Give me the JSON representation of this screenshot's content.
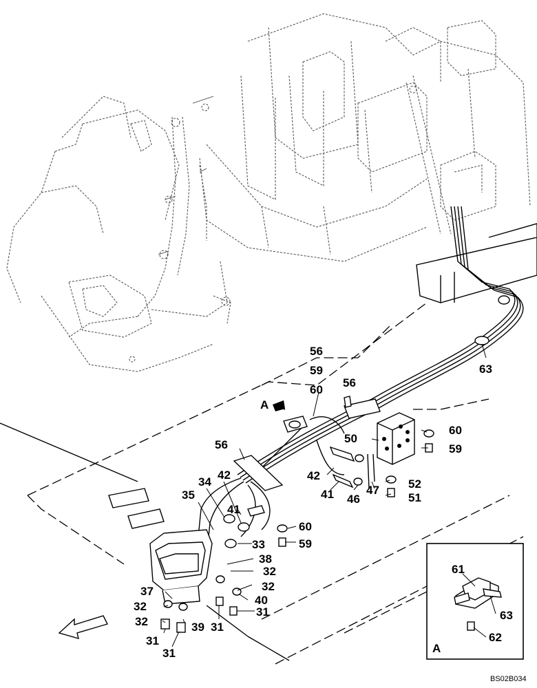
{
  "diagram": {
    "drawing_code": "BS02B034",
    "view_marker": "A",
    "inset_title": "A",
    "callouts": [
      {
        "id": "c63a",
        "text": "63"
      },
      {
        "id": "c56a",
        "text": "56"
      },
      {
        "id": "c59a",
        "text": "59"
      },
      {
        "id": "c56b",
        "text": "56"
      },
      {
        "id": "c60a",
        "text": "60"
      },
      {
        "id": "c60b",
        "text": "60"
      },
      {
        "id": "c59b",
        "text": "59"
      },
      {
        "id": "c50",
        "text": "50"
      },
      {
        "id": "c56c",
        "text": "56"
      },
      {
        "id": "c42a",
        "text": "42"
      },
      {
        "id": "c34",
        "text": "34"
      },
      {
        "id": "c42b",
        "text": "42"
      },
      {
        "id": "c52",
        "text": "52"
      },
      {
        "id": "c51",
        "text": "51"
      },
      {
        "id": "c41a",
        "text": "41"
      },
      {
        "id": "c46",
        "text": "46"
      },
      {
        "id": "c47",
        "text": "47"
      },
      {
        "id": "c35",
        "text": "35"
      },
      {
        "id": "c41b",
        "text": "41"
      },
      {
        "id": "c60c",
        "text": "60"
      },
      {
        "id": "c33",
        "text": "33"
      },
      {
        "id": "c59c",
        "text": "59"
      },
      {
        "id": "c38",
        "text": "38"
      },
      {
        "id": "c32a",
        "text": "32"
      },
      {
        "id": "c32b",
        "text": "32"
      },
      {
        "id": "c37",
        "text": "37"
      },
      {
        "id": "c40",
        "text": "40"
      },
      {
        "id": "c32c",
        "text": "32"
      },
      {
        "id": "c31a",
        "text": "31"
      },
      {
        "id": "c32d",
        "text": "32"
      },
      {
        "id": "c39",
        "text": "39"
      },
      {
        "id": "c31b",
        "text": "31"
      },
      {
        "id": "c31c",
        "text": "31"
      },
      {
        "id": "c31d",
        "text": "31"
      },
      {
        "id": "c61",
        "text": "61"
      },
      {
        "id": "c63b",
        "text": "63"
      },
      {
        "id": "c62",
        "text": "62"
      }
    ]
  }
}
